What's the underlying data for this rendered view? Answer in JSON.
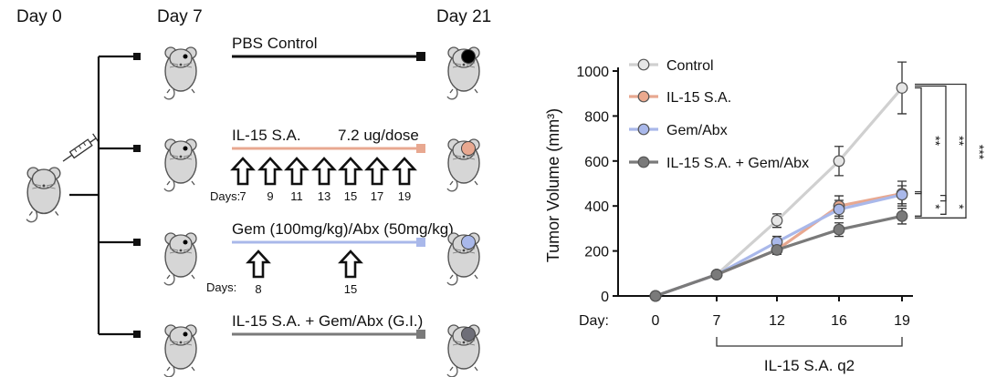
{
  "schedule": {
    "day_labels": {
      "start": "Day 0",
      "mid": "Day 7",
      "end": "Day 21"
    },
    "days_prefix": "Days:",
    "groups": [
      {
        "label": "PBS Control",
        "dose": "",
        "dose_days": [],
        "line_color": "#111111",
        "tumor_color": "#000000"
      },
      {
        "label": "IL-15 S.A.",
        "dose": "7.2 ug/dose",
        "dose_days": [
          "7",
          "9",
          "11",
          "13",
          "15",
          "17",
          "19"
        ],
        "line_color": "#e8a890",
        "tumor_color": "#e8a890"
      },
      {
        "label": "Gem (100mg/kg)/Abx (50mg/kg)",
        "dose": "",
        "dose_days": [
          "8",
          "15"
        ],
        "line_color": "#a9b8ea",
        "tumor_color": "#a9b8ea"
      },
      {
        "label": "IL-15 S.A. + Gem/Abx (G.I.)",
        "dose": "",
        "dose_days": [],
        "line_color": "#7a7a7a",
        "tumor_color": "#6e6e78"
      }
    ]
  },
  "chart_data": {
    "type": "line",
    "ylabel": "Tumor Volume (mm³)",
    "xlabel": "",
    "x_prefix": "Day:",
    "x": [
      0,
      7,
      12,
      16,
      19
    ],
    "ylim": [
      0,
      1000
    ],
    "yticks": [
      0,
      200,
      400,
      600,
      800,
      1000
    ],
    "legend_position": "top-left",
    "series": [
      {
        "name": "Control",
        "color": "#d0d0d0",
        "marker": "#e6e6e6",
        "values": [
          0,
          95,
          335,
          600,
          925
        ],
        "err": [
          0,
          8,
          30,
          65,
          115
        ]
      },
      {
        "name": "IL-15 S.A.",
        "color": "#e8a890",
        "marker": "#eba98e",
        "values": [
          0,
          95,
          205,
          400,
          455
        ],
        "err": [
          0,
          8,
          20,
          45,
          55
        ]
      },
      {
        "name": "Gem/Abx",
        "color": "#a9b8ea",
        "marker": "#a9b8ea",
        "values": [
          0,
          95,
          240,
          385,
          450
        ],
        "err": [
          0,
          8,
          25,
          40,
          40
        ]
      },
      {
        "name": "IL-15 S.A. + Gem/Abx",
        "color": "#7a7a7a",
        "marker": "#7a7a7a",
        "values": [
          0,
          95,
          205,
          295,
          355
        ],
        "err": [
          0,
          8,
          20,
          30,
          35
        ]
      }
    ],
    "significance": [
      {
        "label": "**"
      },
      {
        "label": "**"
      },
      {
        "label": "***"
      },
      {
        "label": "*"
      },
      {
        "label": "*"
      }
    ],
    "treatment_window": {
      "label": "IL-15 S.A. q2",
      "from": 7,
      "to": 19
    }
  }
}
